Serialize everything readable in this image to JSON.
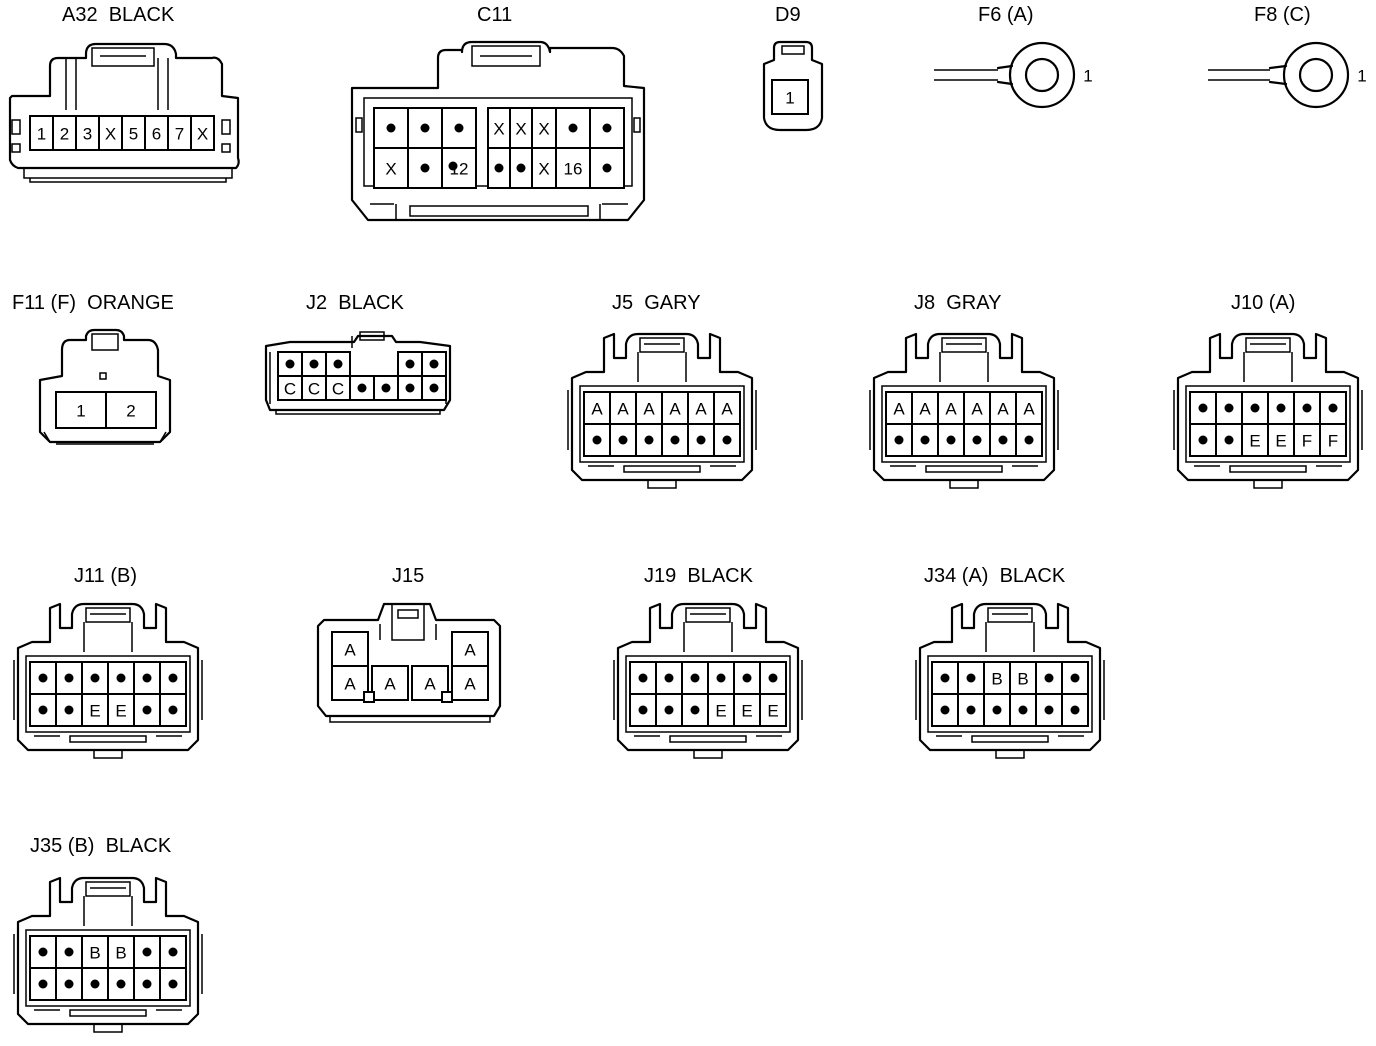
{
  "connectors": [
    {
      "id": "a32",
      "title": "A32  BLACK",
      "rows": [
        [
          "1",
          "2",
          "3",
          "X",
          "5",
          "6",
          "7",
          "X"
        ]
      ]
    },
    {
      "id": "c11",
      "title": "C11",
      "rows": [
        [
          "•",
          "•",
          "•",
          "",
          "X",
          "X",
          "X",
          "",
          "•",
          "•"
        ],
        [
          "X",
          "•",
          "•",
          "12",
          "•",
          "•",
          "X",
          "16",
          "",
          "•"
        ]
      ]
    },
    {
      "id": "d9",
      "title": "D9",
      "rows": [
        [
          "1"
        ]
      ]
    },
    {
      "id": "f6",
      "title": "F6 (A)",
      "pin": "1"
    },
    {
      "id": "f8",
      "title": "F8 (C)",
      "pin": "1"
    },
    {
      "id": "f11",
      "title": "F11 (F)  ORANGE",
      "rows": [
        [
          "1",
          "2"
        ]
      ]
    },
    {
      "id": "j2",
      "title": "J2  BLACK",
      "rows": [
        [
          "•",
          "•",
          "•",
          "",
          "",
          "•",
          "•"
        ],
        [
          "C",
          "C",
          "C",
          "•",
          "•",
          "•",
          "•"
        ]
      ]
    },
    {
      "id": "j5",
      "title": "J5  GARY",
      "rows": [
        [
          "A",
          "A",
          "A",
          "A",
          "A",
          "A"
        ],
        [
          "•",
          "•",
          "•",
          "•",
          "•",
          "•"
        ]
      ]
    },
    {
      "id": "j8",
      "title": "J8  GRAY",
      "rows": [
        [
          "A",
          "A",
          "A",
          "A",
          "A",
          "A"
        ],
        [
          "•",
          "•",
          "•",
          "•",
          "•",
          "•"
        ]
      ]
    },
    {
      "id": "j10",
      "title": "J10 (A)",
      "rows": [
        [
          "•",
          "•",
          "•",
          "•",
          "•",
          "•"
        ],
        [
          "•",
          "•",
          "E",
          "E",
          "F",
          "F"
        ]
      ]
    },
    {
      "id": "j11",
      "title": "J11 (B)",
      "rows": [
        [
          "•",
          "•",
          "•",
          "•",
          "•",
          "•"
        ],
        [
          "•",
          "•",
          "E",
          "E",
          "•",
          "•"
        ]
      ]
    },
    {
      "id": "j15",
      "title": "J15",
      "rows": [
        [
          "A",
          "",
          "",
          "A"
        ],
        [
          "A",
          "A",
          "A",
          "A"
        ]
      ]
    },
    {
      "id": "j19",
      "title": "J19  BLACK",
      "rows": [
        [
          "•",
          "•",
          "•",
          "•",
          "•",
          "•"
        ],
        [
          "•",
          "•",
          "•",
          "E",
          "E",
          "E"
        ]
      ]
    },
    {
      "id": "j34",
      "title": "J34 (A)  BLACK",
      "rows": [
        [
          "•",
          "•",
          "B",
          "B",
          "•",
          "•"
        ],
        [
          "•",
          "•",
          "•",
          "•",
          "•",
          "•"
        ]
      ]
    },
    {
      "id": "j35",
      "title": "J35 (B)  BLACK",
      "rows": [
        [
          "•",
          "•",
          "B",
          "B",
          "•",
          "•"
        ],
        [
          "•",
          "•",
          "•",
          "•",
          "•",
          "•"
        ]
      ]
    }
  ]
}
